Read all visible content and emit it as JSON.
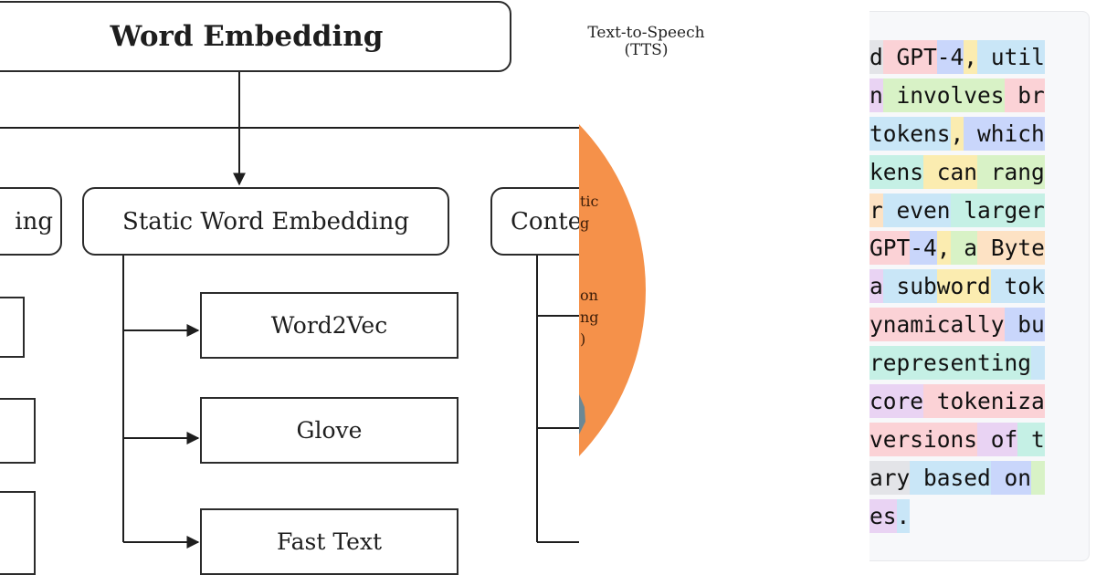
{
  "diagram": {
    "root": "Word Embedding",
    "categories": [
      "ing",
      "Static Word Embedding",
      "Conte"
    ],
    "static_children": [
      "Word2Vec",
      "Glove",
      "Fast Text"
    ]
  },
  "tts": {
    "title_line1": "Text-to-Speech",
    "title_line2": "(TTS)",
    "fragments": [
      "tic",
      "g",
      "on",
      "ng",
      ")"
    ],
    "circle_color": "#f5914a"
  },
  "tokens": {
    "lines": [
      [
        [
          "d",
          "c9"
        ],
        [
          " GPT",
          "c6"
        ],
        [
          "-4",
          "c5"
        ],
        [
          ",",
          "c8"
        ],
        [
          " util",
          "c1"
        ]
      ],
      [
        [
          "n",
          "c2"
        ],
        [
          " involves",
          "c3"
        ],
        [
          " br",
          "c6"
        ]
      ],
      [
        [
          "tokens",
          "c1"
        ],
        [
          ",",
          "c8"
        ],
        [
          " which",
          "c5"
        ]
      ],
      [
        [
          "kens",
          "c7"
        ],
        [
          " can",
          "c8"
        ],
        [
          " rang",
          "c3"
        ]
      ],
      [
        [
          "r",
          "c4"
        ],
        [
          " even",
          "c1"
        ],
        [
          " larger",
          "c7"
        ]
      ],
      [
        [
          "GPT",
          "c6"
        ],
        [
          "-4",
          "c5"
        ],
        [
          ",",
          "c8"
        ],
        [
          " a",
          "c3"
        ],
        [
          " Byte",
          "c4"
        ]
      ],
      [
        [
          "a",
          "c2"
        ],
        [
          " sub",
          "c1"
        ],
        [
          "word",
          "c8"
        ],
        [
          " tok",
          "c1"
        ]
      ],
      [
        [
          "ynamically",
          "c6"
        ],
        [
          " bu",
          "c5"
        ]
      ],
      [
        [
          "representing",
          "c7"
        ],
        [
          " ",
          "c1"
        ]
      ],
      [
        [
          "core",
          "c2"
        ],
        [
          " tokeniza",
          "c6"
        ]
      ],
      [
        [
          "versions",
          "c6"
        ],
        [
          " of",
          "c2"
        ],
        [
          " t",
          "c7"
        ]
      ],
      [
        [
          "ary",
          "c9"
        ],
        [
          " based",
          "c1"
        ],
        [
          " on",
          "c5"
        ],
        [
          " ",
          "c3"
        ]
      ],
      [
        [
          "es",
          "c2"
        ],
        [
          ".",
          "c1"
        ]
      ]
    ]
  }
}
